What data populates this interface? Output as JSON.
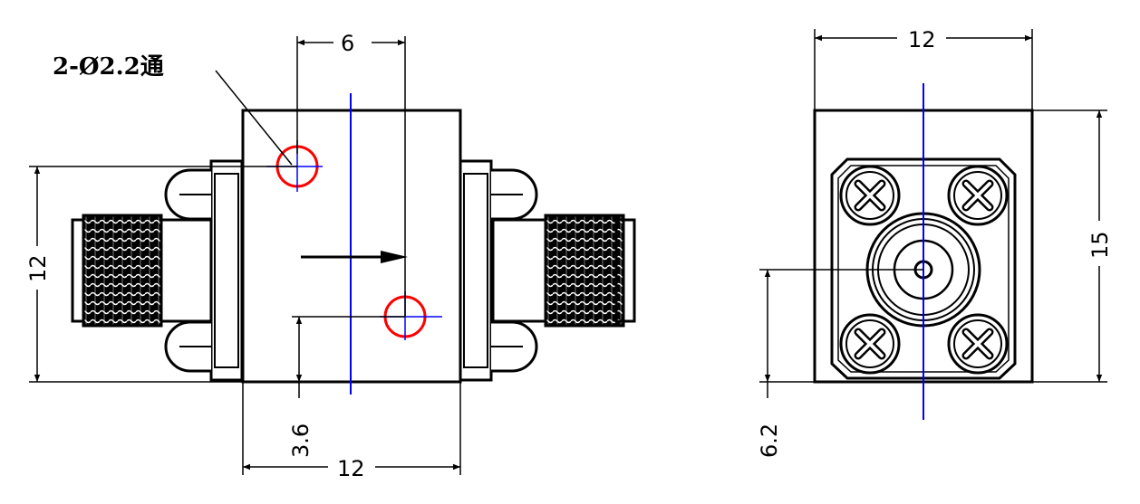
{
  "callout": {
    "hole_spec": "2-Ø2.2通"
  },
  "front_view": {
    "dim_hole_spacing": "6",
    "dim_body_height": "12",
    "dim_hole_offset": "3.6",
    "dim_body_width": "12"
  },
  "side_view": {
    "dim_body_width": "12",
    "dim_body_height": "15",
    "dim_connector_height": "6.2"
  },
  "colors": {
    "outline": "#000000",
    "centerline": "#0000ff",
    "hole": "#ff0000"
  }
}
